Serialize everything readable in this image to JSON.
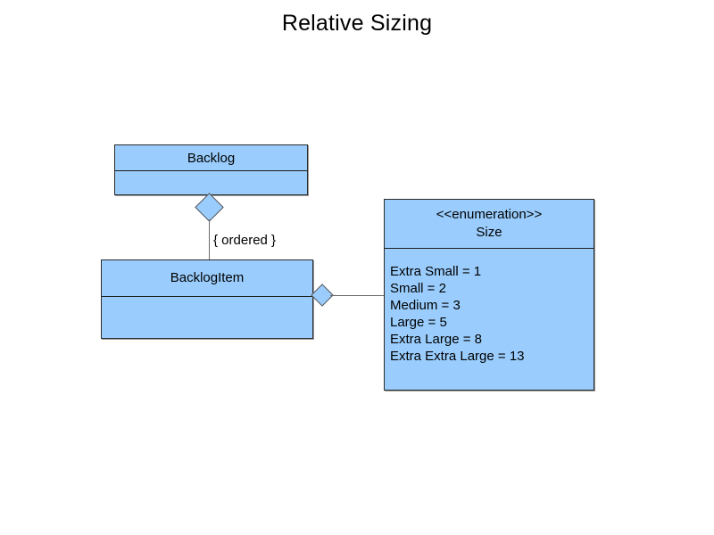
{
  "diagram": {
    "title": "Relative Sizing",
    "type": "uml-class-diagram",
    "background_color": "#ffffff",
    "box_fill_color": "#9ACDFD",
    "box_border_color": "#2b2b2b",
    "connector_color": "#6b6b6b",
    "text_color": "#000000"
  },
  "classes": {
    "backlog": {
      "name": "Backlog",
      "attributes_compartment": ""
    },
    "backlog_item": {
      "name": "BacklogItem",
      "attributes_compartment": ""
    },
    "size": {
      "stereotype": "<<enumeration>>",
      "name": "Size",
      "literals": [
        "Extra Small = 1",
        "Small = 2",
        "Medium = 3",
        "Large = 5",
        "Extra Large = 8",
        "Extra Extra Large = 13"
      ]
    }
  },
  "relationships": {
    "backlog_to_item": {
      "kind": "aggregation",
      "source": "Backlog",
      "target": "BacklogItem",
      "constraint": "{ ordered }"
    },
    "item_to_size": {
      "kind": "aggregation",
      "source": "BacklogItem",
      "target": "Size",
      "constraint": ""
    }
  }
}
